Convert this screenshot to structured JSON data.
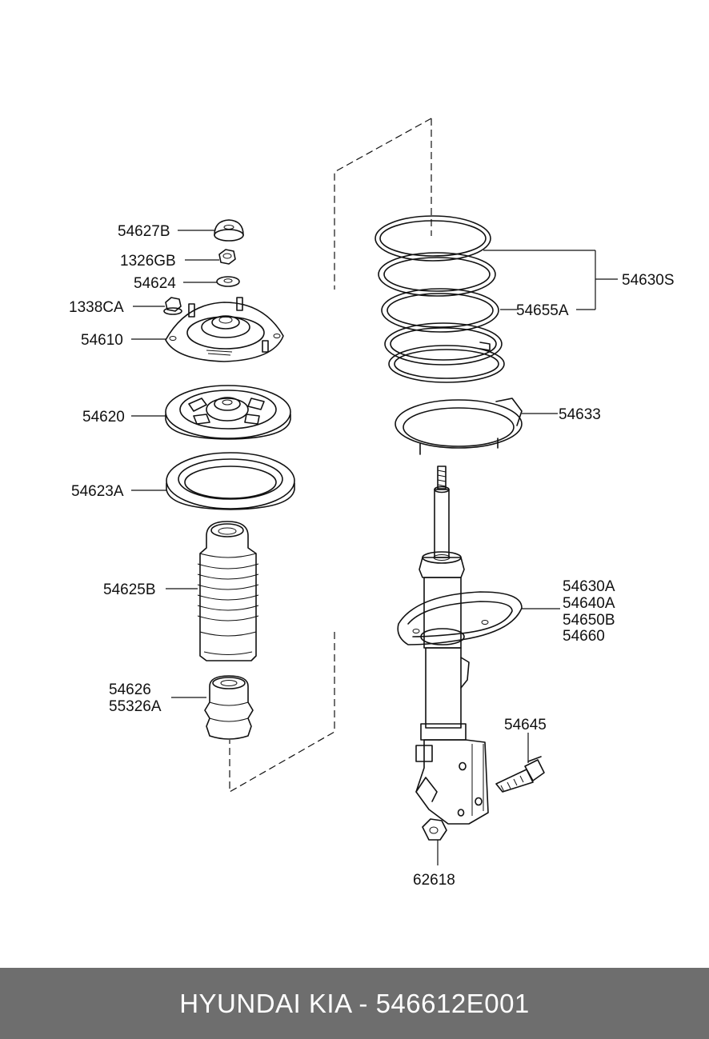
{
  "labels": {
    "p54627B": "54627B",
    "p1326GB": "1326GB",
    "p54624": "54624",
    "p1338CA": "1338CA",
    "p54610": "54610",
    "p54620": "54620",
    "p54623A": "54623A",
    "p54625B": "54625B",
    "p54626": "54626",
    "p55326A": "55326A",
    "p54630S": "54630S",
    "p54655A": "54655A",
    "p54633": "54633",
    "p54630A": "54630A",
    "p54640A": "54640A",
    "p54650B": "54650B",
    "p54660": "54660",
    "p54645": "54645",
    "p62618": "62618"
  },
  "footer": {
    "title": "HYUNDAI KIA - 546612E001"
  }
}
